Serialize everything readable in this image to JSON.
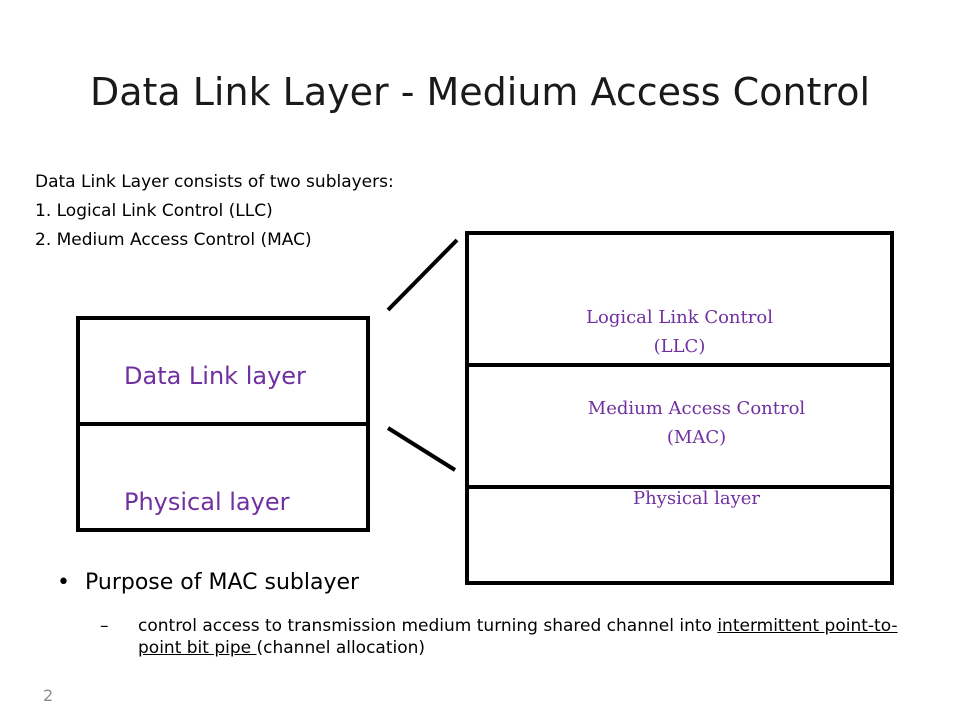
{
  "slide": {
    "title": "Data Link Layer - Medium Access Control",
    "intro": {
      "line1": "Data Link Layer consists of two sublayers:",
      "line2": "1. Logical Link Control (LLC)",
      "line3": "2. Medium Access Control (MAC)"
    },
    "left_stack": {
      "top_label": "Data Link layer",
      "bottom_label": "Physical layer"
    },
    "right_stack": {
      "llc_line1": "Logical Link Control",
      "llc_line2": "(LLC)",
      "mac_line1": "Medium Access Control",
      "mac_line2": "(MAC)",
      "phy_label": "Physical layer"
    },
    "bullet": {
      "heading": "Purpose of MAC sublayer",
      "dash": "–",
      "text_part1": "control access to transmission medium turning shared channel into ",
      "text_underlined": "intermittent point-to-point bit pipe ",
      "text_part2": "(channel allocation)"
    },
    "page_number": "2"
  },
  "colors": {
    "label_purple": "#7030a0",
    "line_black": "#000000",
    "page_number_gray": "#8c8c8c"
  }
}
